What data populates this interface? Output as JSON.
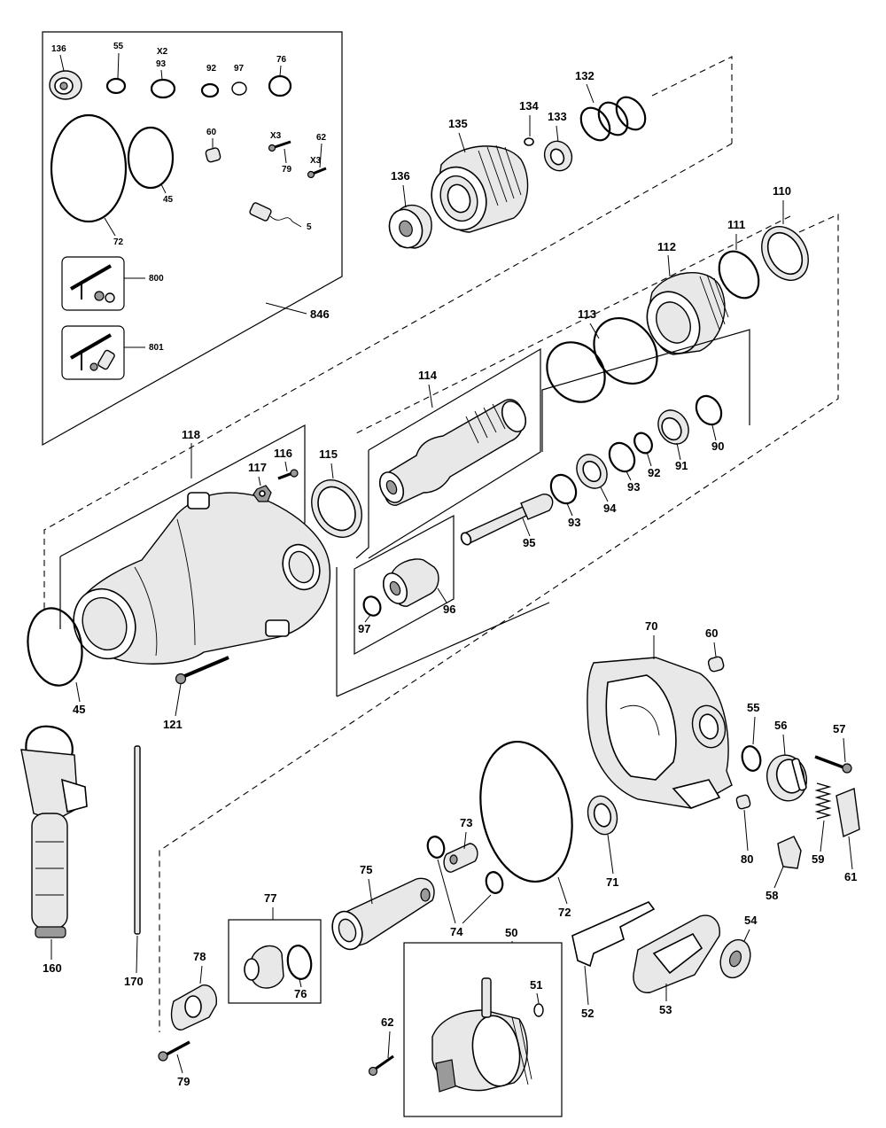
{
  "diagram": {
    "kit_box": {
      "kit_number": "846",
      "labels": {
        "p136": "136",
        "p55": "55",
        "x2": "X2",
        "p93": "93",
        "p92": "92",
        "p97": "97",
        "p76": "76",
        "p60": "60",
        "x3a": "X3",
        "p79": "79",
        "p62": "62",
        "x3b": "X3",
        "p45": "45",
        "p72": "72",
        "p5": "5",
        "p800": "800",
        "p801": "801"
      }
    },
    "labels": {
      "p132": "132",
      "p134": "134",
      "p133": "133",
      "p135": "135",
      "p136": "136",
      "p110": "110",
      "p111": "111",
      "p112": "112",
      "p113": "113",
      "p114": "114",
      "p118": "118",
      "p117": "117",
      "p116": "116",
      "p115": "115",
      "p90": "90",
      "p91": "91",
      "p92": "92",
      "p93a": "93",
      "p94": "94",
      "p93b": "93",
      "p95": "95",
      "p96": "96",
      "p97": "97",
      "p45": "45",
      "p121": "121",
      "p70": "70",
      "p60": "60",
      "p55": "55",
      "p56": "56",
      "p57": "57",
      "p59": "59",
      "p61": "61",
      "p58": "58",
      "p80": "80",
      "p71": "71",
      "p72": "72",
      "p73": "73",
      "p74": "74",
      "p75": "75",
      "p77": "77",
      "p76": "76",
      "p78": "78",
      "p79": "79",
      "p50": "50",
      "p51": "51",
      "p62": "62",
      "p52": "52",
      "p53": "53",
      "p54": "54",
      "p160": "160",
      "p170": "170"
    }
  }
}
